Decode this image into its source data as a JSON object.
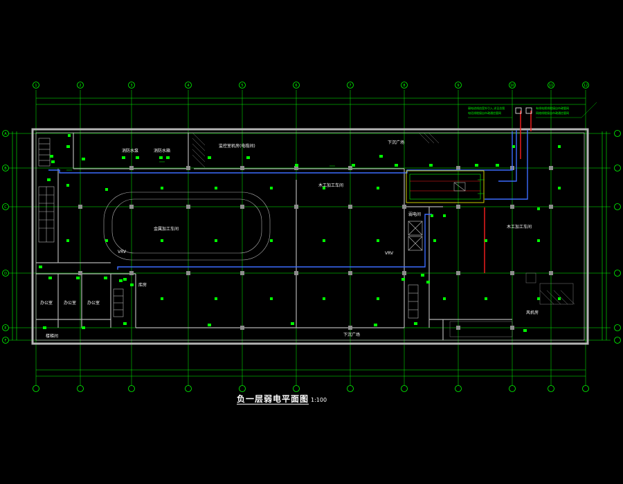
{
  "drawing": {
    "title": "负一层弱电平面图",
    "scale": "1:100"
  },
  "column_axes": [
    "1",
    "2",
    "3",
    "4",
    "5",
    "6",
    "7",
    "8",
    "9",
    "10",
    "11",
    "12"
  ],
  "row_axes": [
    "A",
    "B",
    "C",
    "D",
    "E",
    "F"
  ],
  "rooms": {
    "fire_pump": "消防水泵",
    "water_tank": "消防水箱",
    "pump_control": "监控室机房(电缆间)",
    "metal_workshop": "金属加工车间",
    "wood_workshop_1": "木工加工车间",
    "wood_workshop_2": "木工加工车间",
    "office_1": "办公室",
    "office_2": "办公室",
    "office_3": "办公室",
    "vrv_1": "VRV",
    "vrv_2": "VRV",
    "ramp_top": "下沉广场",
    "ramp_bottom": "下沉广场",
    "fan_room": "风机房",
    "stair_label": "楼梯间",
    "equip_room": "弱电间",
    "storage": "库房"
  },
  "legend": {
    "line1": "弱电进线由室外引入,详见总图",
    "line2": "电话线缆接自市政通信管网",
    "line3": "有线电视线缆接自市政管网",
    "line4": "网络线缆接自市政通信管网"
  },
  "colors": {
    "background": "#000000",
    "wall": "#b4b4b4",
    "grid": "#00ff00",
    "cable_blue": "#3c6cff",
    "cable_red": "#ff2020",
    "text": "#ffffff"
  }
}
